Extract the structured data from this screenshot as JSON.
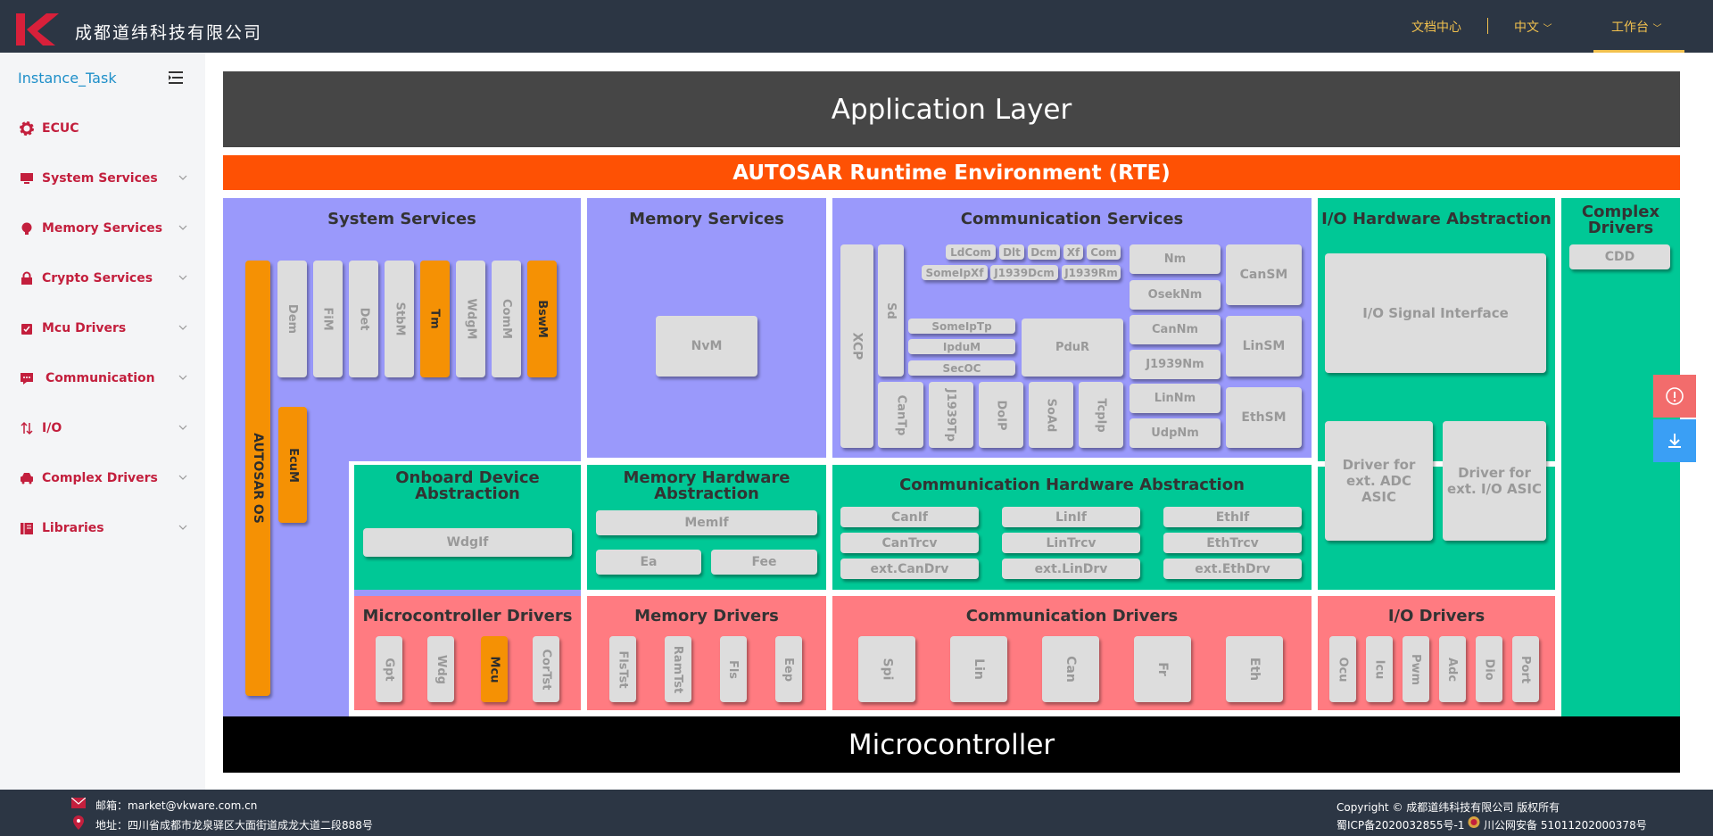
{
  "header": {
    "brand": "成都道纬科技有限公司",
    "nav": [
      {
        "label": "文档中心"
      },
      {
        "label": "中文"
      },
      {
        "label": "工作台"
      }
    ]
  },
  "sidebar": {
    "title": "Instance_Task",
    "items": [
      {
        "label": "ECUC",
        "icon": "gear-icon"
      },
      {
        "label": "System Services",
        "icon": "monitor-icon"
      },
      {
        "label": "Memory Services",
        "icon": "bulb-icon"
      },
      {
        "label": "Crypto Services",
        "icon": "lock-icon"
      },
      {
        "label": "Mcu Drivers",
        "icon": "shield-icon"
      },
      {
        "label": "Communication",
        "icon": "chat-icon"
      },
      {
        "label": "I/O",
        "icon": "io-icon"
      },
      {
        "label": "Complex Drivers",
        "icon": "car-icon"
      },
      {
        "label": "Libraries",
        "icon": "book-icon"
      }
    ]
  },
  "arch": {
    "app": "Application Layer",
    "rte": "AUTOSAR Runtime Environment (RTE)",
    "mcu": "Microcontroller",
    "sys": {
      "title": "System Services",
      "os": "AUTOSAR OS",
      "ecum": "EcuM",
      "mods": [
        "Dem",
        "FiM",
        "Det",
        "StbM",
        "Tm",
        "WdgM",
        "ComM",
        "BswM"
      ]
    },
    "mem": {
      "title": "Memory Services",
      "nvm": "NvM"
    },
    "com": {
      "title": "Communication Services",
      "xcp": "XCP",
      "sd": "Sd",
      "top": [
        "LdCom",
        "Dlt",
        "Dcm",
        "Xf",
        "Com"
      ],
      "top2": [
        "SomeIpXf",
        "J1939Dcm",
        "J1939Rm"
      ],
      "mid": [
        "SomeIpTp",
        "IpduM",
        "SecOC"
      ],
      "pdur": "PduR",
      "bottom": [
        "CanTp",
        "J1939Tp",
        "DoIP",
        "SoAd",
        "TcpIp"
      ],
      "nm": [
        "Nm",
        "OsekNm",
        "CanNm",
        "J1939Nm",
        "LinNm",
        "UdpNm"
      ],
      "sm": [
        "CanSM",
        "LinSM",
        "EthSM"
      ]
    },
    "ioha": {
      "title": "I/O Hardware Abstraction",
      "sig": "I/O Signal Interface",
      "adc": "Driver for ext. ADC ASIC",
      "io": "Driver for ext. I/O ASIC"
    },
    "cdd": {
      "title": "Complex Drivers",
      "cdd": "CDD"
    },
    "obd": {
      "title": "Onboard Device Abstraction",
      "mod": "WdgIf"
    },
    "mha": {
      "title": "Memory Hardware Abstraction",
      "memif": "MemIf",
      "ea": "Ea",
      "fee": "Fee"
    },
    "cha": {
      "title": "Communication Hardware Abstraction",
      "mods": [
        "CanIf",
        "LinIf",
        "EthIf",
        "CanTrcv",
        "LinTrcv",
        "EthTrcv",
        "ext.CanDrv",
        "ext.LinDrv",
        "ext.EthDrv"
      ]
    },
    "mcd": {
      "title": "Microcontroller Drivers",
      "mods": [
        "Gpt",
        "Wdg",
        "Mcu",
        "CorTst"
      ]
    },
    "md": {
      "title": "Memory Drivers",
      "mods": [
        "FlsTst",
        "RamTst",
        "Fls",
        "Eep"
      ]
    },
    "cd": {
      "title": "Communication Drivers",
      "mods": [
        "Spi",
        "Lin",
        "Can",
        "Fr",
        "Eth"
      ]
    },
    "iod": {
      "title": "I/O Drivers",
      "mods": [
        "Ocu",
        "Icu",
        "Pwm",
        "Adc",
        "Dio",
        "Port"
      ]
    }
  },
  "footer": {
    "email": "邮箱：market@vkware.com.cn",
    "address": "地址：四川省成都市龙泉驿区大面街道成龙大道二段888号",
    "copyright": "Copyright © 成都道纬科技有限公司 版权所有",
    "icp": "蜀ICP备2020032855号-1",
    "police": "川公网安备 51011202000378号"
  },
  "colors": {
    "header": "#2c3644",
    "accent": "#f2c14e",
    "sidebar_text": "#c31f3d",
    "purple": "#9a99fb",
    "green": "#00c896",
    "red": "#ff7b81",
    "orange_rte": "#fe5104",
    "module_orange": "#f59104"
  }
}
